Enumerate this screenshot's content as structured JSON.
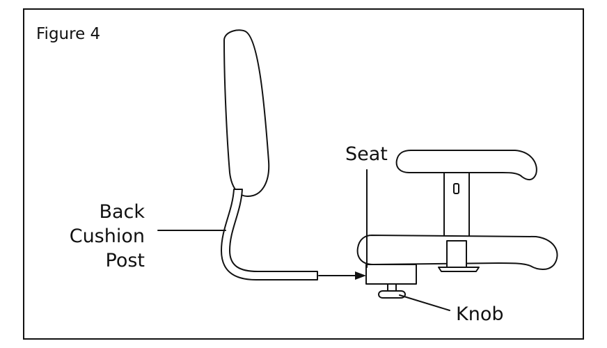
{
  "figure": {
    "title": "Figure 4"
  },
  "labels": {
    "seat": "Seat",
    "back_cushion_post": [
      "Back",
      "Cushion",
      "Post"
    ],
    "knob": "Knob"
  },
  "colors": {
    "ink": "#111111",
    "paper": "#ffffff"
  }
}
